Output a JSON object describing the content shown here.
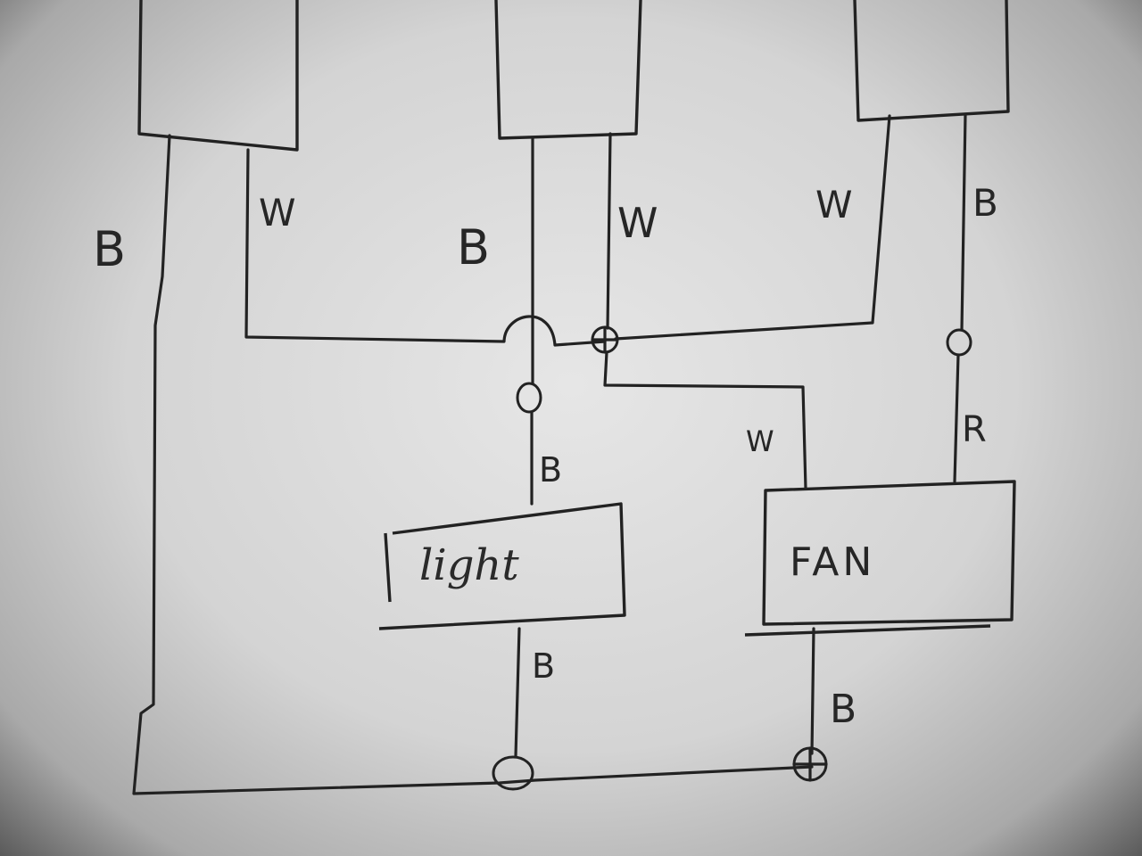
{
  "labels": {
    "left_black": "B",
    "left_white": "W",
    "mid_black": "B",
    "mid_white": "W",
    "right_white": "W",
    "right_black": "B",
    "light_supply": "B",
    "fan_white": "W",
    "fan_red": "R",
    "light_return": "B",
    "fan_return": "B"
  },
  "components": {
    "light": "light",
    "fan": "FAN"
  }
}
